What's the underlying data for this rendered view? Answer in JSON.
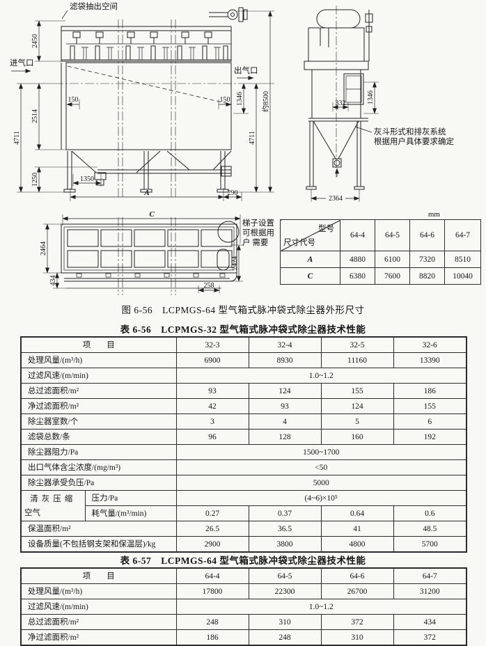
{
  "figure": {
    "caption": "图 6-56　LCPMGS-64 型气箱式脉冲袋式除尘器外形尺寸",
    "front": {
      "bag_space": "滤袋抽出空间",
      "inlet": "进气口",
      "outlet": "出气口",
      "dims": {
        "h_bag": "2450",
        "h_mid": "2514",
        "h_body_l": "4711",
        "h_leg": "1250",
        "off_l": "150",
        "off_r": "150",
        "w_hopper": "1350",
        "w_total": "A",
        "w_right": "290",
        "h_duct": "1346",
        "h_body_r": "4711",
        "h_total": "约8500"
      }
    },
    "side": {
      "dims": {
        "w_door": "332",
        "h_door": "1346",
        "w_base": "2364"
      },
      "note_line1": "灰斗形式和排灰系统",
      "note_line2": "根据用户具体要求确定"
    },
    "plan": {
      "dims": {
        "w_total": "C",
        "h_total": "2464",
        "h_walk": "434",
        "h_right": "2424",
        "w_corner": "258"
      },
      "ladder_line1": "梯子设置",
      "ladder_line2": "可根据用",
      "ladder_line3": "户 需要"
    },
    "dim_table": {
      "unit": "mm",
      "diag_top": "型号",
      "diag_bottom": "尺寸代号",
      "models": [
        "64-4",
        "64-5",
        "64-6",
        "64-7"
      ],
      "rows": [
        {
          "code": "A",
          "values": [
            "4880",
            "6100",
            "7320",
            "8510"
          ]
        },
        {
          "code": "C",
          "values": [
            "6380",
            "7600",
            "8820",
            "10040"
          ]
        }
      ]
    }
  },
  "table56": {
    "title": "表 6-56　LCPMGS-32 型气箱式脉冲袋式除尘器技术性能",
    "item_header": "项　　目",
    "models": [
      "32-3",
      "32-4",
      "32-5",
      "32-6"
    ],
    "rows": {
      "airflow": {
        "label": "处理风量/(m³/h)",
        "values": [
          "6900",
          "8930",
          "11160",
          "13390"
        ]
      },
      "velocity": {
        "label": "过滤风速/(m/min)",
        "span": "1.0~1.2"
      },
      "total_area": {
        "label": "总过滤面积/m²",
        "values": [
          "93",
          "124",
          "155",
          "186"
        ]
      },
      "net_area": {
        "label": "净过滤面积/m²",
        "values": [
          "42",
          "93",
          "124",
          "155"
        ]
      },
      "chambers": {
        "label": "除尘器室数/个",
        "values": [
          "3",
          "4",
          "5",
          "6"
        ]
      },
      "bags": {
        "label": "滤袋总数/条",
        "values": [
          "96",
          "128",
          "160",
          "192"
        ]
      },
      "resistance": {
        "label": "除尘器阻力/Pa",
        "span": "1500~1700"
      },
      "outlet_conc": {
        "label": "出口气体含尘浓度/(mg/m³)",
        "span": "<50"
      },
      "neg_pressure": {
        "label": "除尘器承受负压/Pa",
        "span": "5000"
      },
      "air_group_line1": "清灰压缩",
      "air_group_line2": "空气",
      "pressure": {
        "label": "压力/Pa",
        "span": "(4~6)×10⁵"
      },
      "consumption": {
        "label": "耗气量/(m³/min)",
        "values": [
          "0.27",
          "0.37",
          "0.64",
          "0.6"
        ]
      },
      "insulation": {
        "label": "保温面积/m²",
        "values": [
          "26.5",
          "36.5",
          "41",
          "48.5"
        ]
      },
      "weight": {
        "label": "设备质量(不包括钢支架和保温层)/kg",
        "values": [
          "2900",
          "3800",
          "4800",
          "5700"
        ]
      }
    }
  },
  "table57": {
    "title": "表 6-57　LCPMGS-64 型气箱式脉冲袋式除尘器技术性能",
    "item_header": "项　　目",
    "models": [
      "64-4",
      "64-5",
      "64-6",
      "64-7"
    ],
    "rows": {
      "airflow": {
        "label": "处理风量/(m³/h)",
        "values": [
          "17800",
          "22300",
          "26700",
          "31200"
        ]
      },
      "velocity": {
        "label": "过滤风速/(m/min)",
        "span": "1.0~1.2"
      },
      "total_area": {
        "label": "总过滤面积/m²",
        "values": [
          "248",
          "310",
          "372",
          "434"
        ]
      },
      "net_area": {
        "label": "净过滤面积/m²",
        "values": [
          "186",
          "248",
          "310",
          "372"
        ]
      }
    }
  }
}
